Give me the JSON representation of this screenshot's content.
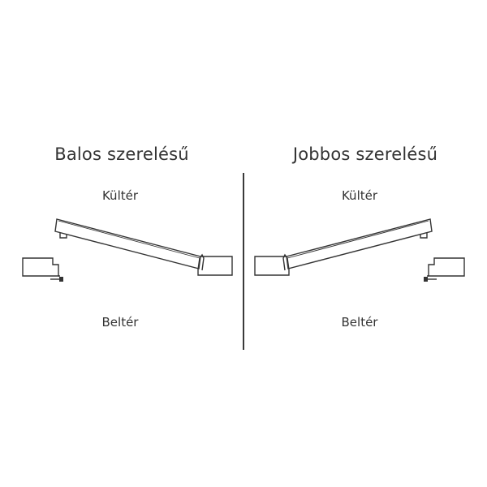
{
  "left_panel": {
    "title": "Balos szerelésű",
    "outside_label": "Kültér",
    "inside_label": "Beltér"
  },
  "right_panel": {
    "title": "Jobbos szerelésű",
    "outside_label": "Kültér",
    "inside_label": "Beltér"
  },
  "colors": {
    "line": "#333333",
    "text": "#333333",
    "background": "#ffffff"
  }
}
